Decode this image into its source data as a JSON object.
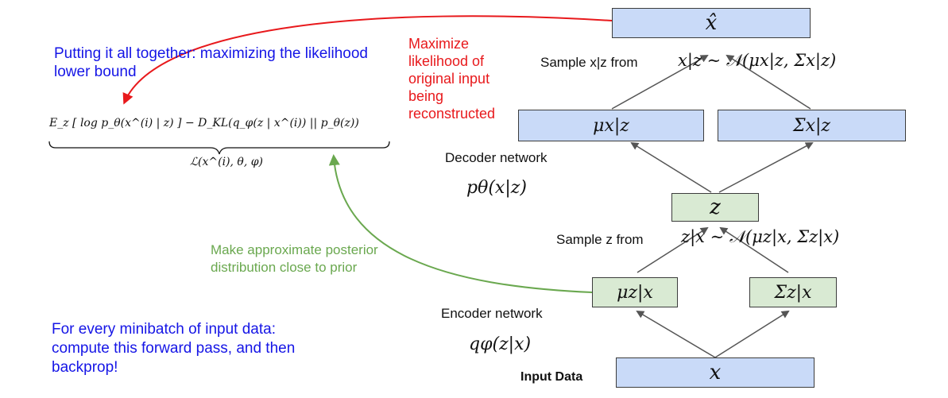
{
  "title_text": "Putting it all together: maximizing the likelihood lower bound",
  "elbo": {
    "formula": "E_z [ log p_θ(x^(i) | z) ] − D_KL(q_φ(z | x^(i)) || p_θ(z))",
    "label": "ℒ(x^(i), θ, φ)"
  },
  "maximize_text": "Maximize likelihood of original input being reconstructed",
  "approx_text": "Make approximate posterior distribution close to prior",
  "minibatch_text": "For every minibatch of input data: compute this forward pass, and then backprop!",
  "decoder": {
    "label": "Decoder network",
    "expr": "pθ(x|z)",
    "sample_label": "Sample x|z from",
    "sample_expr": "x|z ∼ 𝒩(μx|z, Σx|z)"
  },
  "encoder": {
    "label": "Encoder network",
    "expr": "qφ(z|x)",
    "sample_label": "Sample z from",
    "sample_expr": "z|x ∼ 𝒩(μz|x, Σz|x)"
  },
  "boxes": {
    "x_hat": "x̂",
    "mu_xz": "μx|z",
    "sigma_xz": "Σx|z",
    "z": "z",
    "mu_zx": "μz|x",
    "sigma_zx": "Σz|x",
    "x": "x"
  },
  "input_label": "Input Data",
  "colors": {
    "blue_text": "#1515e6",
    "red": "#e8191c",
    "green": "#6aa84f",
    "blue_box": "#c9daf8",
    "green_box": "#d9ead3"
  }
}
